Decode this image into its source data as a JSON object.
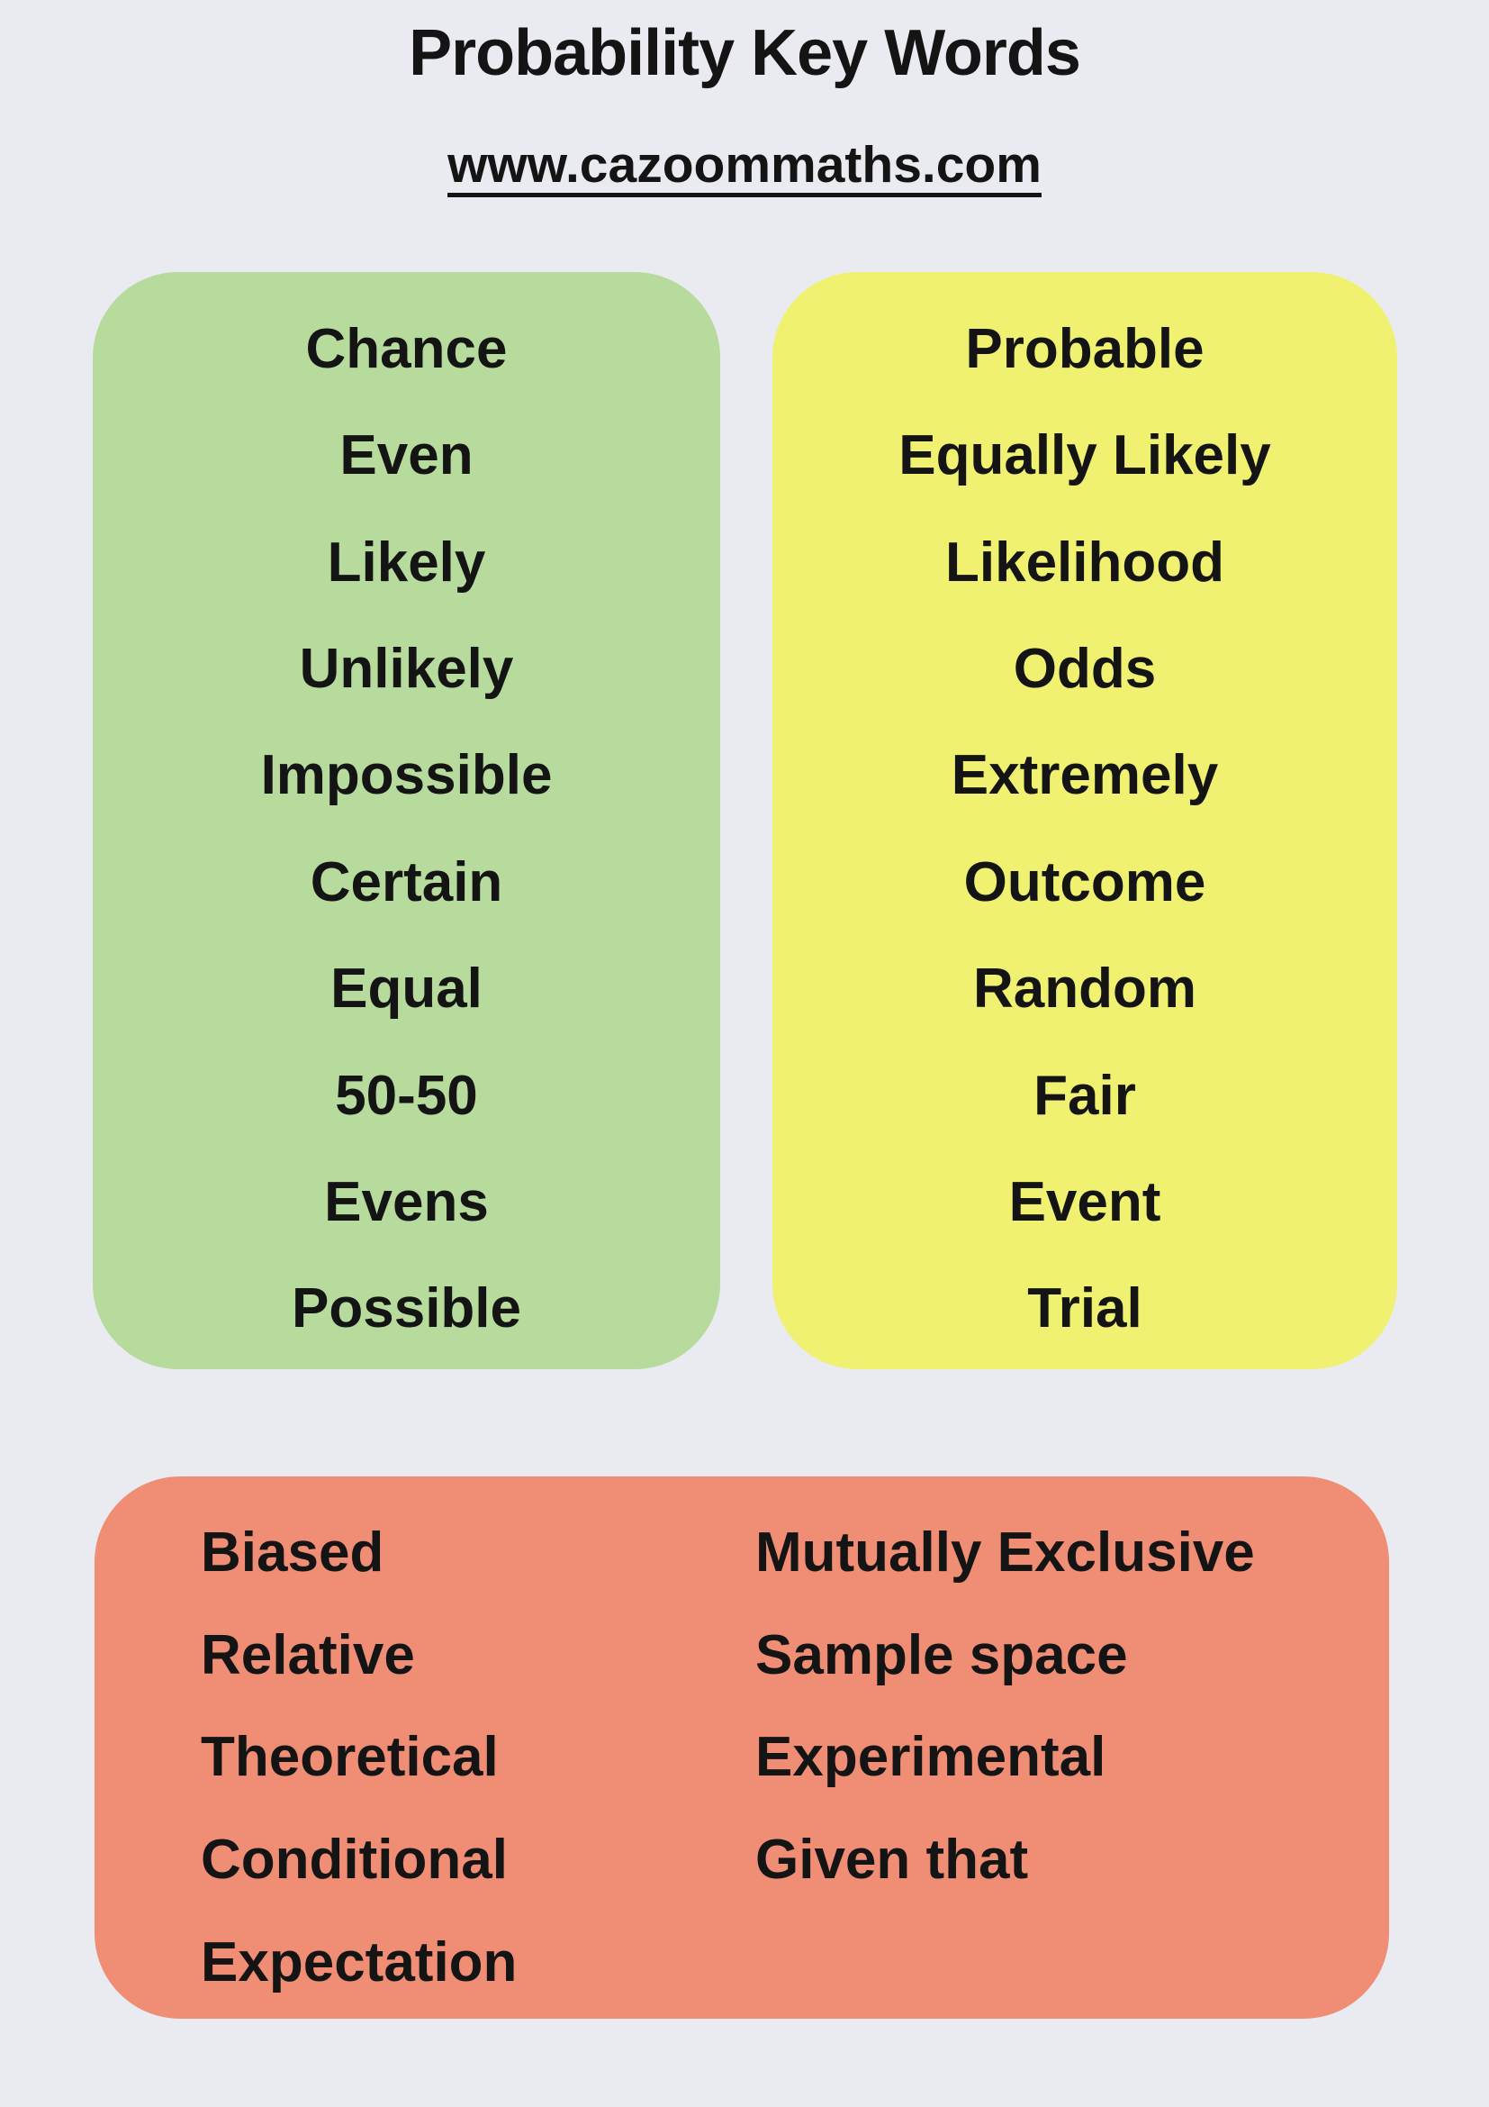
{
  "page": {
    "title": "Probability Key Words",
    "website": "www.cazoommaths.com"
  },
  "colors": {
    "bg": "#e9ebf1",
    "green": "#b6db9d",
    "yellow": "#f0f170",
    "salmon": "#ef8e75",
    "ink": "#141414"
  },
  "boxes": {
    "green": {
      "words": [
        "Chance",
        "Even",
        "Likely",
        "Unlikely",
        "Impossible",
        "Certain",
        "Equal",
        "50-50",
        "Evens",
        "Possible"
      ]
    },
    "yellow": {
      "words": [
        "Probable",
        "Equally Likely",
        "Likelihood",
        "Odds",
        "Extremely",
        "Outcome",
        "Random",
        "Fair",
        "Event",
        "Trial"
      ]
    },
    "salmon": {
      "left_words": [
        "Biased",
        "Relative",
        "Theoretical",
        "Conditional",
        "Expectation"
      ],
      "right_words": [
        "Mutually Exclusive",
        "Sample space",
        "Experimental",
        "Given that"
      ]
    }
  }
}
